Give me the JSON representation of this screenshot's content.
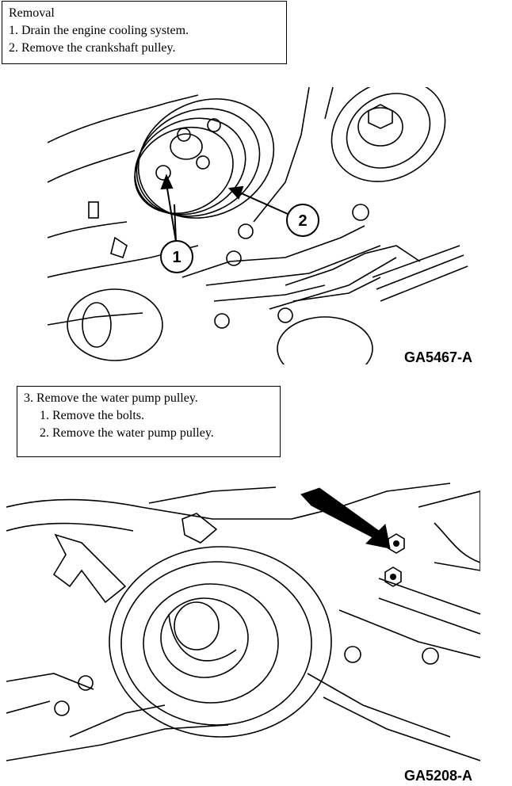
{
  "section1": {
    "heading": "Removal",
    "steps": [
      "1. Drain the engine cooling system.",
      "2. Remove the crankshaft pulley."
    ]
  },
  "figure1": {
    "id": "GA5467-A",
    "callouts": [
      "1",
      "2"
    ]
  },
  "section2": {
    "step": "3. Remove the water pump pulley.",
    "substeps": [
      "1. Remove the bolts.",
      "2. Remove the water pump pulley."
    ]
  },
  "figure2": {
    "id": "GA5208-A"
  }
}
